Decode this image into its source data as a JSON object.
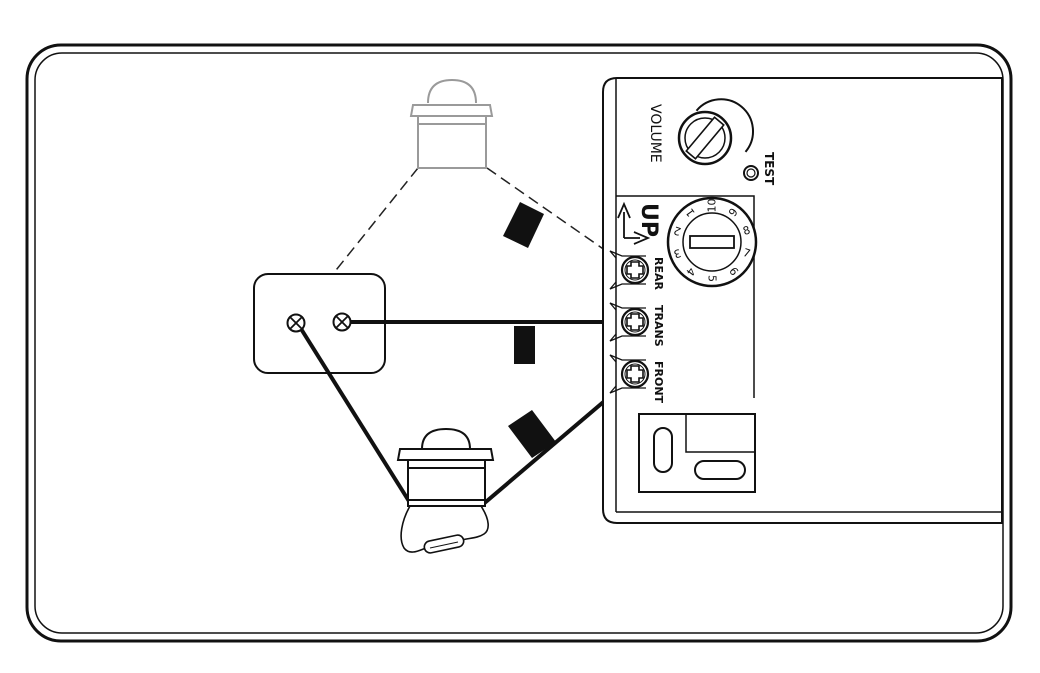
{
  "labels": {
    "volume": "VOLUME",
    "test": "TEST",
    "up": "UP",
    "rear": "REAR",
    "trans": "TRANS",
    "front": "FRONT"
  },
  "dial": {
    "numbers": [
      "1",
      "2",
      "3",
      "4",
      "5",
      "6",
      "7",
      "8",
      "9",
      "10"
    ]
  },
  "colors": {
    "line": "#111111",
    "faded": "#9a9a9a",
    "background": "#ffffff"
  }
}
